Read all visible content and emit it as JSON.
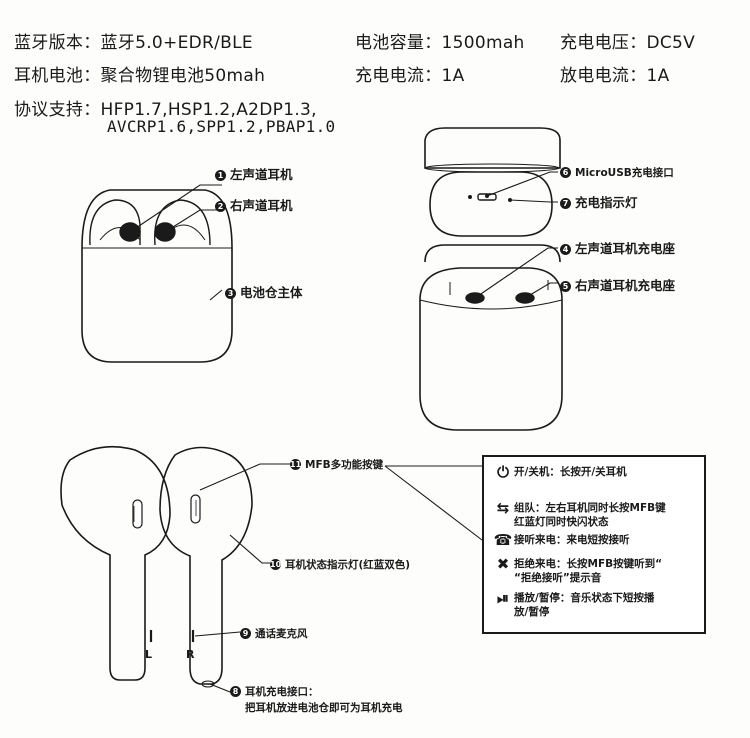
{
  "specs": {
    "bt_version": {
      "label": "蓝牙版本：",
      "value": "蓝牙5.0+EDR/BLE"
    },
    "battery_capacity": {
      "label": "电池容量：",
      "value": "1500mah"
    },
    "charge_voltage": {
      "label": "充电电压：",
      "value": "DC5V"
    },
    "earbud_battery": {
      "label": "耳机电池：",
      "value": "聚合物锂电池50mah"
    },
    "charge_current": {
      "label": "充电电流：",
      "value": "1A"
    },
    "discharge_current": {
      "label": "放电电流：",
      "value": "1A"
    },
    "protocols": {
      "label": "协议支持：",
      "line1": "HFP1.7,HSP1.2,A2DP1.3,",
      "line2": "AVCRP1.6,SPP1.2,PBAP1.0"
    }
  },
  "callouts": [
    {
      "num": "1",
      "text": "左声道耳机"
    },
    {
      "num": "2",
      "text": "右声道耳机"
    },
    {
      "num": "3",
      "text": "电池仓主体"
    },
    {
      "num": "4",
      "text": "左声道耳机充电座"
    },
    {
      "num": "5",
      "text": "右声道耳机充电座"
    },
    {
      "num": "6",
      "text": "MicroUSB充电接口"
    },
    {
      "num": "7",
      "text": "充电指示灯"
    },
    {
      "num": "8",
      "text": "耳机充电接口：",
      "text2": "把耳机放进电池仓即可为耳机充电"
    },
    {
      "num": "9",
      "text": "通话麦克风"
    },
    {
      "num": "10",
      "text": "耳机状态指示灯(红蓝双色)"
    },
    {
      "num": "11",
      "text": "MFB多功能按键"
    }
  ],
  "earbud_marks": {
    "left": "L",
    "right": "R"
  },
  "functions": [
    {
      "icon": "power-icon",
      "glyph": "⏻",
      "text": "开/关机：长按开/关耳机"
    },
    {
      "icon": "pair-icon",
      "glyph": "⇆",
      "text": "组队：左右耳机同时长按MFB键\n红蓝灯同时快闪状态"
    },
    {
      "icon": "phone-icon",
      "glyph": "☎",
      "text": "接听来电：来电短按接听"
    },
    {
      "icon": "reject-call-icon",
      "glyph": "✖",
      "text": "拒绝来电：长按MFB按键听到“\n“拒绝接听”提示音"
    },
    {
      "icon": "play-pause-icon",
      "glyph": "⏯",
      "text": "播放/暂停：音乐状态下短按播\n放/暂停"
    }
  ],
  "colors": {
    "ink": "#1a1a1a",
    "paper": "#fdfdfc",
    "ghost": "#d4d4d4"
  }
}
